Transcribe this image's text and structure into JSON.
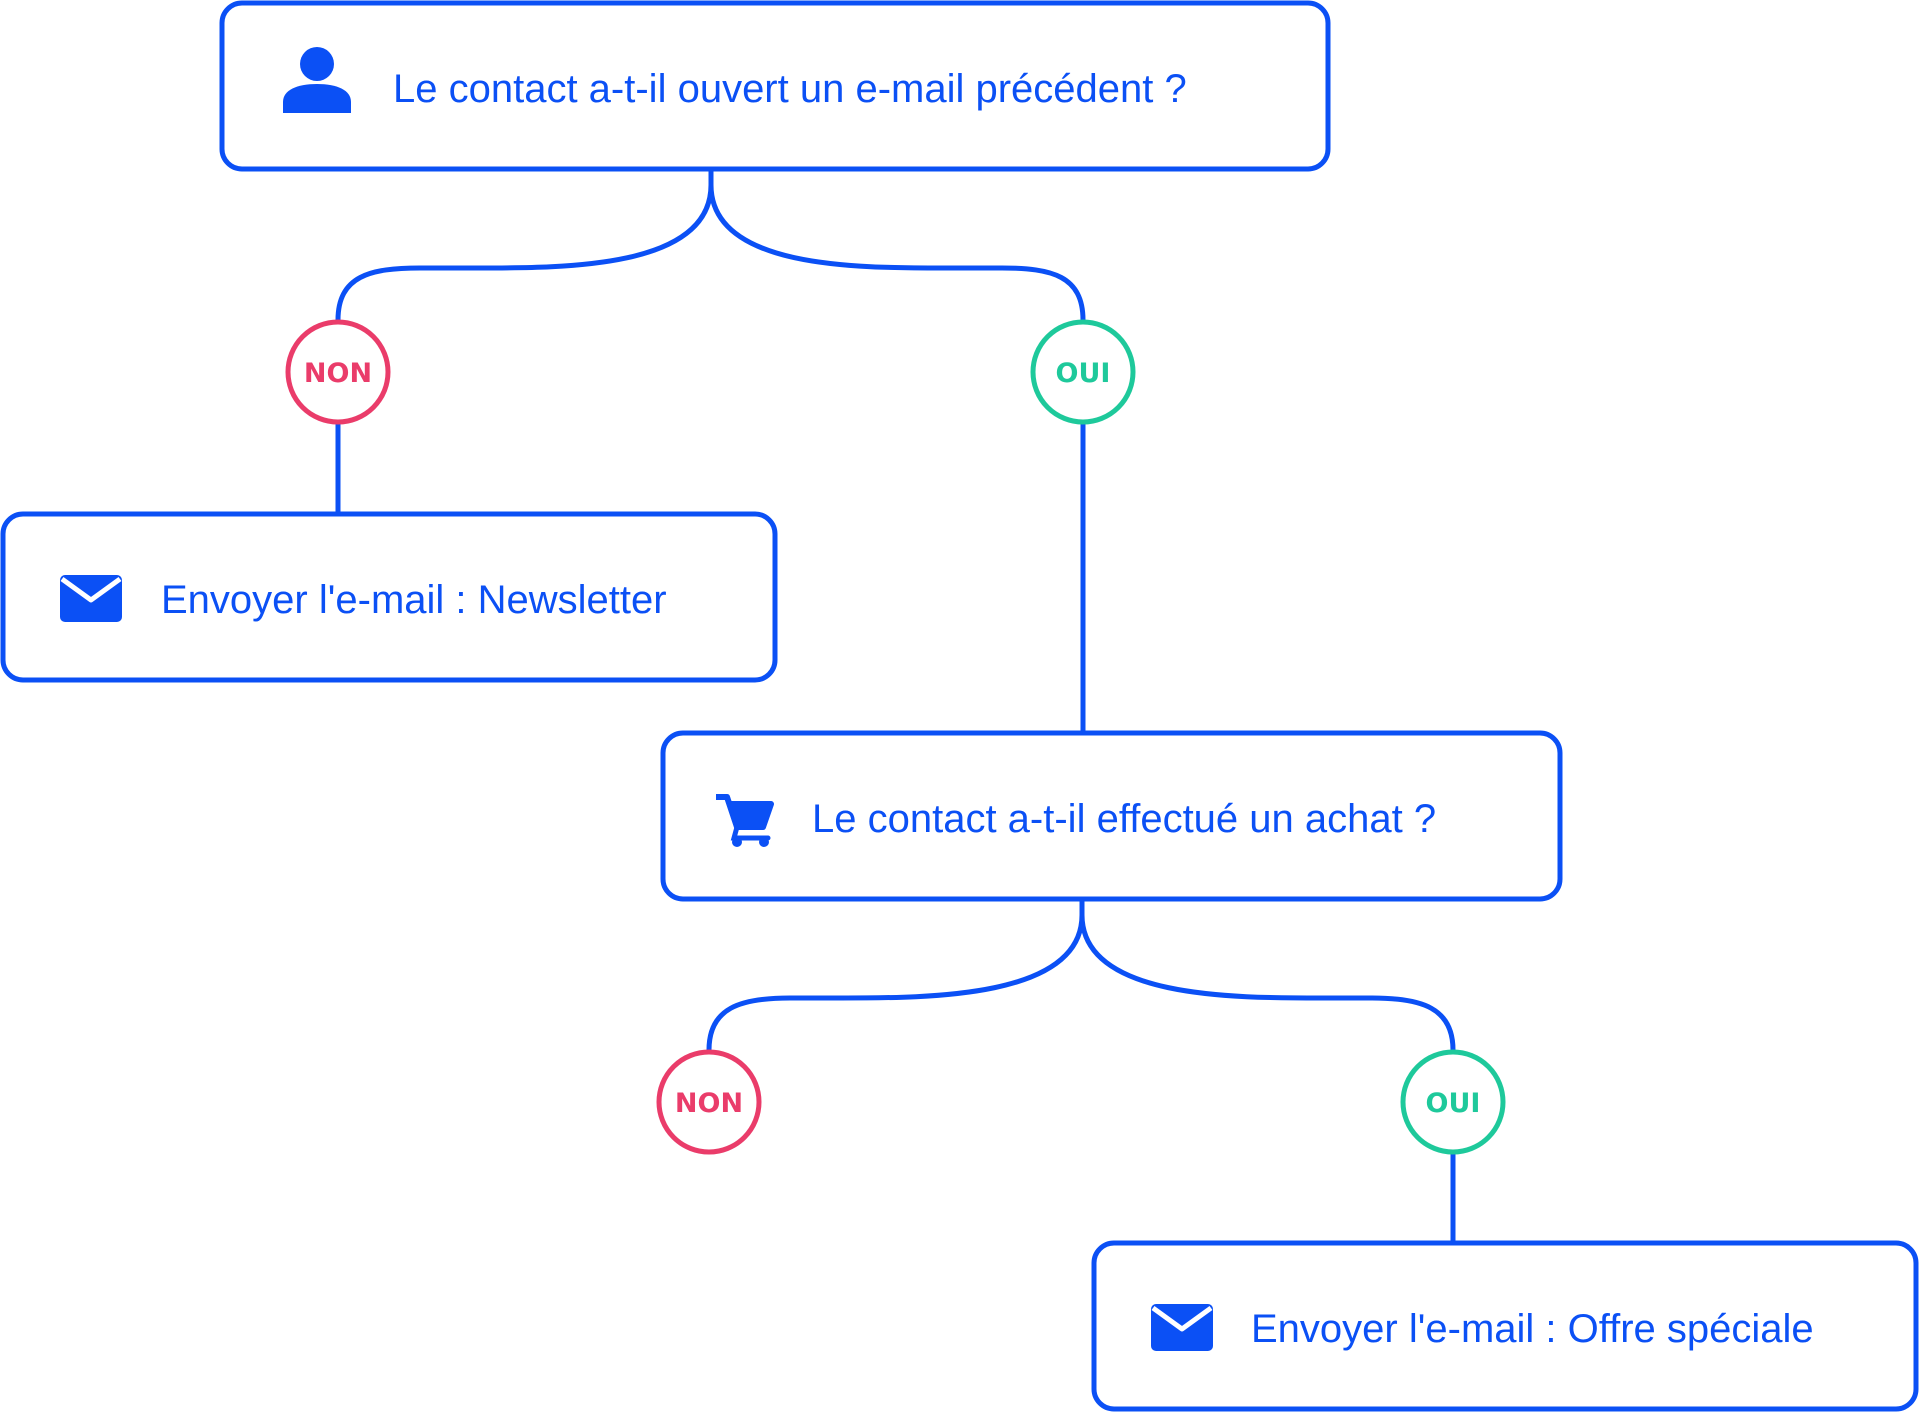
{
  "colors": {
    "primary": "#0b50f5",
    "no": "#ea3c6a",
    "yes": "#1ec99b",
    "background": "#ffffff"
  },
  "nodes": {
    "q1": {
      "icon": "user-icon",
      "label": "Le contact a-t-il ouvert un e-mail précédent ?"
    },
    "a1": {
      "icon": "envelope-icon",
      "label": "Envoyer l'e-mail : Newsletter"
    },
    "q2": {
      "icon": "shopping-cart-icon",
      "label": "Le contact a-t-il effectué un achat ?"
    },
    "a2": {
      "icon": "envelope-icon",
      "label": "Envoyer l'e-mail : Offre spéciale"
    }
  },
  "branches": {
    "q1_no": "NON",
    "q1_yes": "OUI",
    "q2_no": "NON",
    "q2_yes": "OUI"
  }
}
